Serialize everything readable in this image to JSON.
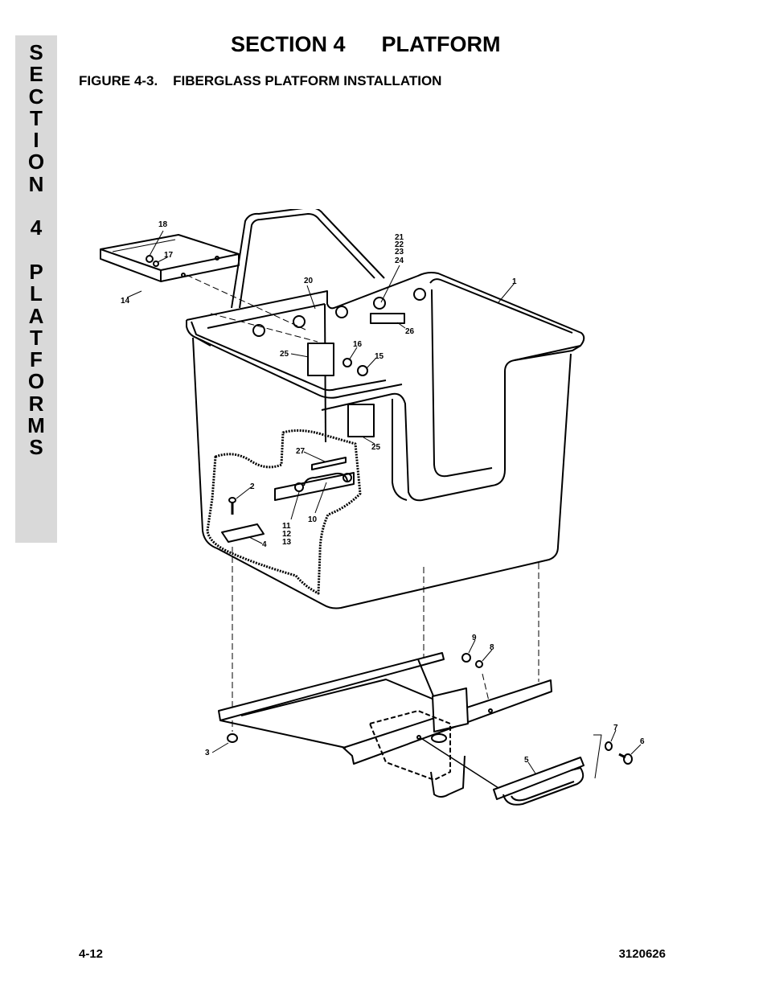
{
  "side_tab": {
    "letters": [
      "S",
      "E",
      "C",
      "T",
      "I",
      "O",
      "N",
      " ",
      "4",
      " ",
      "P",
      "L",
      "A",
      "T",
      "F",
      "O",
      "R",
      "M",
      "S"
    ]
  },
  "header": {
    "title": "SECTION 4      PLATFORM"
  },
  "figure": {
    "caption": "FIGURE 4-3.    FIBERGLASS PLATFORM INSTALLATION",
    "callouts": {
      "c1": "1",
      "c2": "2",
      "c3": "3",
      "c4": "4",
      "c5": "5",
      "c6": "6",
      "c7": "7",
      "c8": "8",
      "c9": "9",
      "c10": "10",
      "c11": "11",
      "c12": "12",
      "c13": "13",
      "c14": "14",
      "c15": "15",
      "c16": "16",
      "c17": "17",
      "c18": "18",
      "c20": "20",
      "c21": "21",
      "c22": "22",
      "c23": "23",
      "c24": "24",
      "c25a": "25",
      "c25b": "25",
      "c26": "26",
      "c27": "27"
    }
  },
  "footer": {
    "page_number": "4-12",
    "doc_number": "3120626"
  }
}
